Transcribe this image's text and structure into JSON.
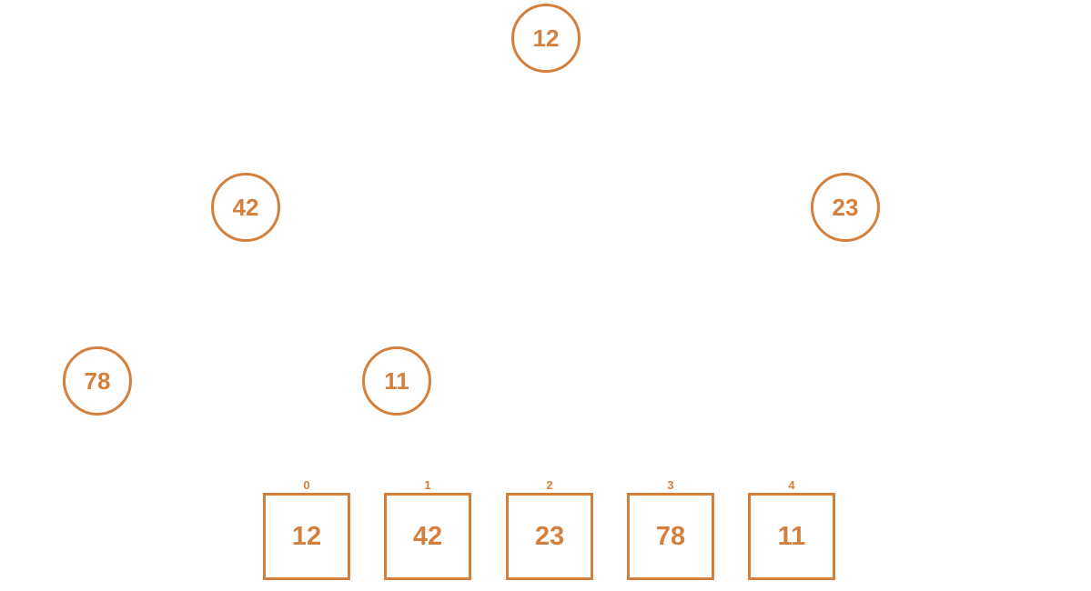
{
  "colors": {
    "accent": "#D57F3C",
    "background": "#FFFFFF"
  },
  "tree": {
    "nodes": [
      {
        "value": "12"
      },
      {
        "value": "42"
      },
      {
        "value": "23"
      },
      {
        "value": "78"
      },
      {
        "value": "11"
      }
    ]
  },
  "array": {
    "cells": [
      {
        "index": "0",
        "value": "12"
      },
      {
        "index": "1",
        "value": "42"
      },
      {
        "index": "2",
        "value": "23"
      },
      {
        "index": "3",
        "value": "78"
      },
      {
        "index": "4",
        "value": "11"
      }
    ]
  }
}
